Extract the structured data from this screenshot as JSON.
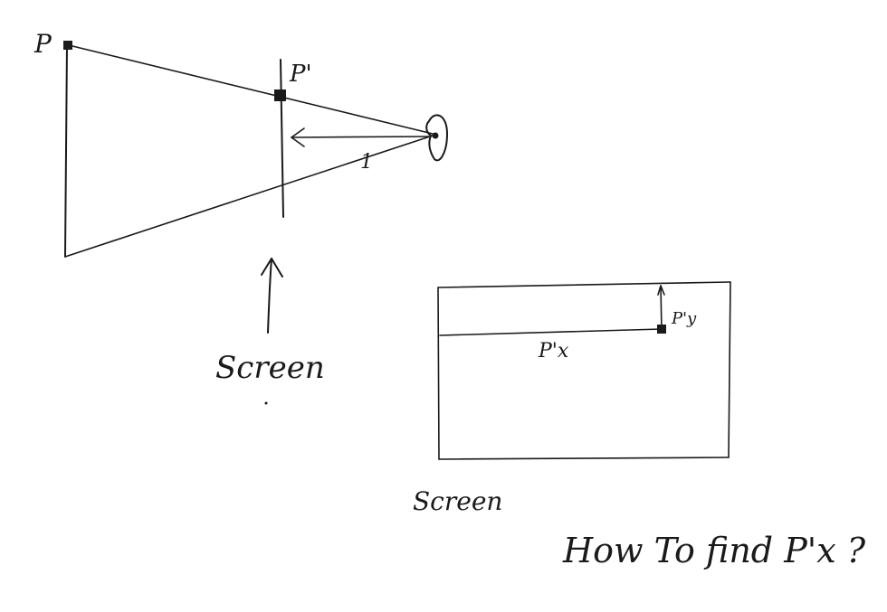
{
  "labels": {
    "point": "P",
    "projected_point": "P'",
    "distance": "1",
    "screen_side": "Screen",
    "screen_front": "Screen",
    "proj_x": "P'x",
    "proj_y": "P'y",
    "question": "How To find P'x ?"
  },
  "colors": {
    "ink": "#1a1a1a",
    "background": "#ffffff"
  }
}
